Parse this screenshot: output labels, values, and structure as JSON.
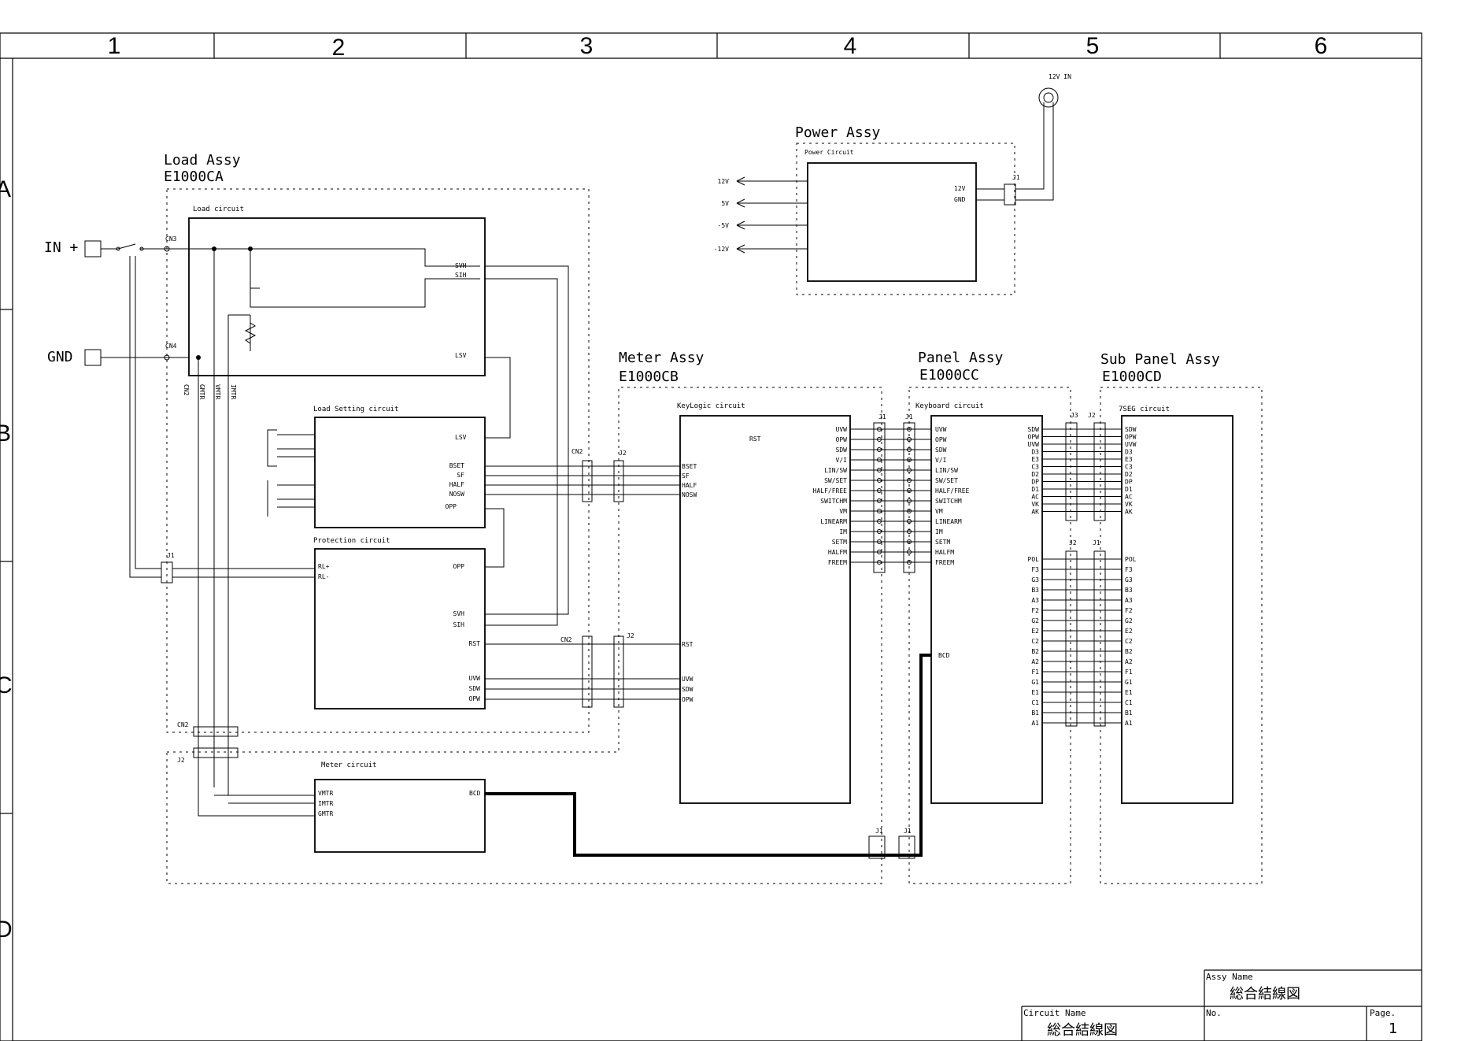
{
  "zones": {
    "columns": [
      "1",
      "2",
      "3",
      "4",
      "5",
      "6"
    ],
    "rows": [
      "A",
      "B",
      "C",
      "D"
    ]
  },
  "assemblies": {
    "load": {
      "title": "Load Assy",
      "code": "E1000CA"
    },
    "power": {
      "title": "Power Assy"
    },
    "meter": {
      "title": "Meter Assy",
      "code": "E1000CB"
    },
    "panel": {
      "title": "Panel Assy",
      "code": "E1000CC"
    },
    "subpanel": {
      "title": "Sub Panel Assy",
      "code": "E1000CD"
    }
  },
  "circuits": {
    "load": "Load circuit",
    "load_setting": "Load Setting circuit",
    "protection": "Protection circuit",
    "meter": "Meter circuit",
    "power": "Power Circuit",
    "keylogic": "KeyLogic circuit",
    "keyboard": "Keyboard circuit",
    "sevenseg": "7SEG circuit"
  },
  "terminals": {
    "in_plus": "IN +",
    "gnd": "GND",
    "input_12v": "12V IN"
  },
  "power_outputs": [
    "12V",
    "5V",
    "-5V",
    "-12V"
  ],
  "power_inputs": [
    "12V",
    "GND"
  ],
  "connectors": {
    "cn2": "CN2",
    "cn3": "CN3",
    "cn4": "CN4",
    "j1": "J1",
    "j2": "J2",
    "j3": "J3"
  },
  "vertical_nets": [
    "CN2",
    "GMTR",
    "VMTR",
    "IMTR"
  ],
  "pins": {
    "load_right": [
      "SVH",
      "SIH",
      "LSV"
    ],
    "setting_right": [
      "LSV",
      "BSET",
      "SF",
      "HALF",
      "NOSW",
      "OPP"
    ],
    "protection_left": [
      "RL+",
      "RL-"
    ],
    "protection_right": [
      "OPP",
      "SVH",
      "SIH",
      "RST",
      "UVW",
      "SDW",
      "OPW"
    ],
    "meter_left": [
      "VMTR",
      "IMTR",
      "GMTR"
    ],
    "meter_right": [
      "BCD"
    ],
    "keylogic_left": [
      "BSET",
      "SF",
      "HALF",
      "NOSW",
      "RST",
      "UVW",
      "SDW",
      "OPW"
    ],
    "keylogic_top": "RST",
    "keylogic_right": [
      "UVW",
      "OPW",
      "SDW",
      "V/I",
      "LIN/SW",
      "SW/SET",
      "HALF/FREE",
      "SWITCHM",
      "VM",
      "LINEARM",
      "IM",
      "SETM",
      "HALFM",
      "FREEM"
    ],
    "keyboard_left": [
      "UVW",
      "OPW",
      "SDW",
      "V/I",
      "LIN/SW",
      "SW/SET",
      "HALF/FREE",
      "SWITCHM",
      "VM",
      "LINEARM",
      "IM",
      "SETM",
      "HALFM",
      "FREEM"
    ],
    "keyboard_bcd": "BCD",
    "keyboard_right_top": [
      "SDW",
      "OPW",
      "UVW",
      "D3",
      "E3",
      "C3",
      "D2",
      "DP",
      "D1",
      "AC",
      "VK",
      "AK"
    ],
    "keyboard_right_bottom": [
      "POL",
      "F3",
      "G3",
      "B3",
      "A3",
      "F2",
      "G2",
      "E2",
      "C2",
      "B2",
      "A2",
      "F1",
      "G1",
      "E1",
      "C1",
      "B1",
      "A1"
    ],
    "seg_left_top": [
      "SDW",
      "OPW",
      "UVW",
      "D3",
      "E3",
      "C3",
      "D2",
      "DP",
      "D1",
      "AC",
      "VK",
      "AK"
    ],
    "seg_left_bottom": [
      "POL",
      "F3",
      "G3",
      "B3",
      "A3",
      "F2",
      "G2",
      "E2",
      "C2",
      "B2",
      "A2",
      "F1",
      "G1",
      "E1",
      "C1",
      "B1",
      "A1"
    ]
  },
  "title_block": {
    "assy_name_label": "Assy Name",
    "assy_name": "総合結線図",
    "circuit_name_label": "Circuit Name",
    "circuit_name": "総合結線図",
    "no_label": "No.",
    "page_label": "Page.",
    "page": "1"
  }
}
